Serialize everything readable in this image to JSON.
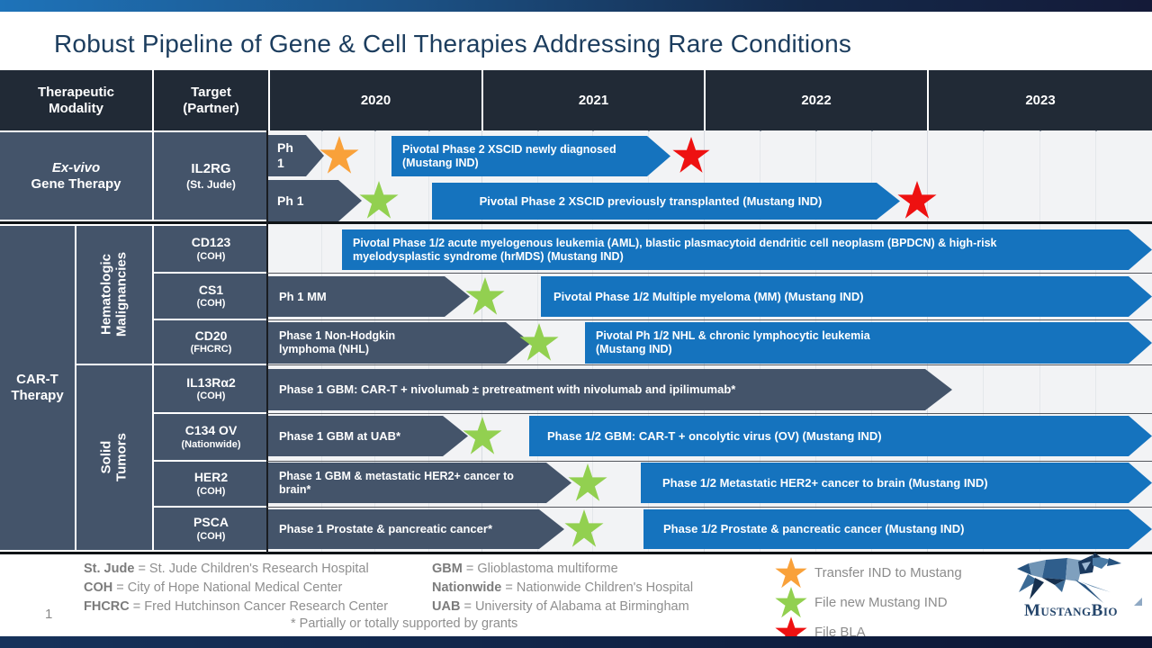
{
  "slide": {
    "title": "Robust Pipeline of Gene & Cell Therapies Addressing Rare Conditions",
    "page_number": "1"
  },
  "table": {
    "headers": {
      "modality": "Therapeutic Modality",
      "target": "Target (Partner)",
      "years": [
        "2020",
        "2021",
        "2022",
        "2023"
      ]
    },
    "modality_groups": {
      "ex_vivo": {
        "line1": "Ex-vivo",
        "line2": "Gene Therapy"
      },
      "car_t": "CAR-T Therapy",
      "hematologic": "Hematologic Malignancies",
      "solid": "Solid Tumors"
    },
    "targets": {
      "il2rg": {
        "name": "IL2RG",
        "partner": "(St. Jude)"
      },
      "cd123": {
        "name": "CD123",
        "partner": "(COH)"
      },
      "cs1": {
        "name": "CS1",
        "partner": "(COH)"
      },
      "cd20": {
        "name": "CD20",
        "partner": "(FHCRC)"
      },
      "il13ra2": {
        "name": "IL13Rα2",
        "partner": "(COH)"
      },
      "c134": {
        "name": "C134 OV",
        "partner": "(Nationwide)"
      },
      "her2": {
        "name": "HER2",
        "partner": "(COH)"
      },
      "psca": {
        "name": "PSCA",
        "partner": "(COH)"
      }
    }
  },
  "bars": {
    "il2rg_newly_ph1": {
      "label": "Ph 1"
    },
    "il2rg_newly": {
      "line1": "Pivotal Phase 2 XSCID newly diagnosed",
      "line2": "(Mustang IND)"
    },
    "il2rg_prev_ph1": {
      "label": "Ph 1"
    },
    "il2rg_prev": {
      "label": "Pivotal Phase 2 XSCID previously transplanted (Mustang IND)"
    },
    "cd123": {
      "line1": "Pivotal Phase 1/2 acute myelogenous leukemia (AML), blastic plasmacytoid  dendritic cell neoplasm (BPDCN) & high-risk",
      "line2": "myelodysplastic  syndrome (hrMDS) (Mustang IND)"
    },
    "cs1_ph1": {
      "label": "Ph 1 MM"
    },
    "cs1": {
      "label": "Pivotal Phase 1/2 Multiple myeloma (MM) (Mustang IND)"
    },
    "cd20_ph1": {
      "line1": "Phase 1 Non-Hodgkin",
      "line2": "lymphoma (NHL)"
    },
    "cd20": {
      "line1": "Pivotal Ph 1/2 NHL & chronic lymphocytic  leukemia",
      "line2": "(Mustang IND)"
    },
    "il13ra2_ph1": {
      "label": "Phase 1 GBM:  CAR-T + nivolumab ± pretreatment with nivolumab and ipilimumab*"
    },
    "c134_ph1": {
      "label": "Phase 1 GBM at UAB*"
    },
    "c134": {
      "label": "Phase 1/2 GBM:  CAR-T + oncolytic virus (OV) (Mustang IND)"
    },
    "her2_ph1": {
      "line1": "Phase 1 GBM & metastatic  HER2+ cancer to",
      "line2": "brain*"
    },
    "her2": {
      "label": "Phase 1/2  Metastatic HER2+ cancer to brain (Mustang IND)"
    },
    "psca_ph1": {
      "label": "Phase 1 Prostate & pancreatic cancer*"
    },
    "psca": {
      "label": "Phase 1/2  Prostate & pancreatic cancer (Mustang IND)"
    }
  },
  "legend": [
    {
      "label": "Transfer  IND  to Mustang",
      "color": "#F9A13A"
    },
    {
      "label": "File new Mustang IND",
      "color": "#92D050"
    },
    {
      "label": "File BLA",
      "color": "#EE1111"
    }
  ],
  "footnotes": {
    "left": [
      {
        "abbr": "St. Jude",
        "rest": "= St. Jude  Children's  Research Hospital"
      },
      {
        "abbr": "COH",
        "rest": "= City of Hope  National  Medical  Center"
      },
      {
        "abbr": "FHCRC",
        "rest": "= Fred Hutchinson  Cancer Research Center"
      }
    ],
    "right": [
      {
        "abbr": "GBM",
        "rest": "= Glioblastoma multiforme"
      },
      {
        "abbr": "Nationwide",
        "rest": "= Nationwide  Children's  Hospital"
      },
      {
        "abbr": "UAB",
        "rest": "= University  of Alabama  at Birmingham"
      }
    ],
    "grants": "* Partially or totally supported by grants"
  },
  "logo": {
    "text": "MustangBio"
  },
  "colors": {
    "bar_blue": "#1573BE",
    "bar_slate": "#44546A",
    "header_dark": "#212A36",
    "star_orange": "#F9A13A",
    "star_green": "#92D050",
    "star_red": "#EE1111",
    "title_navy": "#1C3D5E"
  }
}
